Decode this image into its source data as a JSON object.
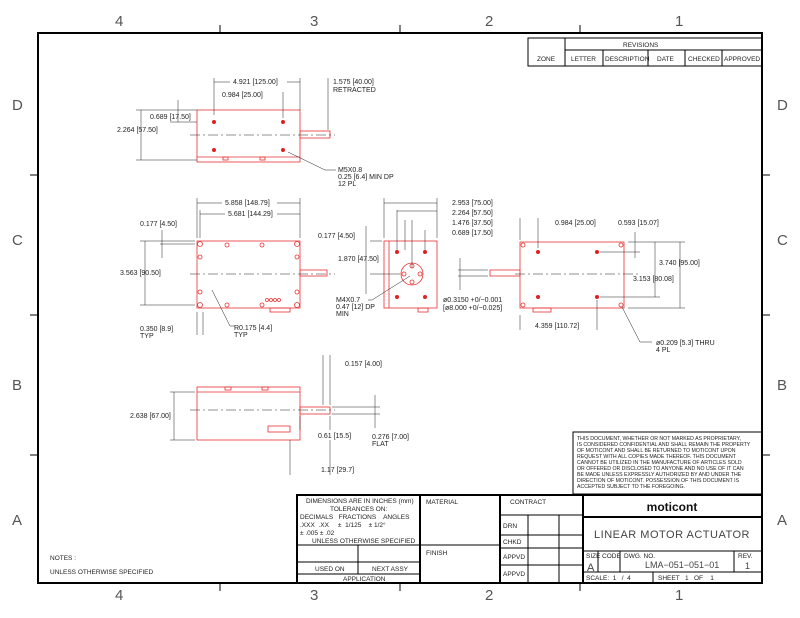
{
  "zones": {
    "columns": [
      "4",
      "3",
      "2",
      "1"
    ],
    "rows": [
      "D",
      "C",
      "B",
      "A"
    ]
  },
  "revisions": {
    "title": "REVISIONS",
    "headers": [
      "ZONE",
      "LETTER",
      "DESCRIPTION",
      "DATE",
      "CHECKED",
      "APPROVED"
    ]
  },
  "views": {
    "top": {
      "d1": "4.921 [125.00]",
      "d2": "0.984 [25.00]",
      "d3": "1.575 [40.00]",
      "d3b": "RETRACTED",
      "d4": "0.689 [17.50]",
      "d5": "2.264 [57.50]",
      "note1": "M5X0.8",
      "note2": "0.25 [6.4] MIN DP",
      "note3": "12 PL"
    },
    "front": {
      "d1": "5.858 [148.79]",
      "d2": "5.681 [144.29]",
      "d3": "0.177 [4.50]",
      "d4": "0.177 [4.50]",
      "d5": "3.563 [90.50]",
      "d6": "0.350 [8.9]",
      "d6b": "TYP",
      "d7": "R0.175 [4.4]",
      "d7b": "TYP"
    },
    "end": {
      "d1": "2.953 [75.00]",
      "d2": "2.264 [57.50]",
      "d3": "1.476 [37.50]",
      "d4": "0.689 [17.50]",
      "d5": "1.870 [47.50]",
      "n1": "M4X0.7",
      "n2": "0.47 [12] DP",
      "n3": "MIN",
      "rod1": "ø0.3150 +0/−0.001",
      "rod2": "[ø8.000 +0/−0.025]"
    },
    "side": {
      "d1": "0.984 [25.00]",
      "d2": "0.593 [15.07]",
      "d3": "3.740 [95.00]",
      "d4": "3.153 [80.08]",
      "d5": "4.359 [110.72]",
      "n1": "ø0.209 [5.3] THRU",
      "n2": "4 PL"
    },
    "bottom": {
      "d1": "0.157 [4.00]",
      "d2": "2.638 [67.00]",
      "d3": "0.61 [15.5]",
      "d4": "0.276 [7.00]",
      "d4b": "FLAT",
      "d5": "1.17 [29.7]"
    }
  },
  "proprietary_note": [
    "THIS DOCUMENT, WHETHER OR NOT MARKED AS PROPRIETARY,",
    "IS CONSIDERED CONFIDENTIAL AND SHALL REMAIN THE PROPERTY",
    "OF MOTICONT AND SHALL BE RETURNED TO MOTICONT UPON",
    "REQUEST WITH ALL COPIES MADE THEREOF. THIS DOCUMENT",
    "CANNOT BE UTILIZED IN THE MANUFACTURE OF ARTICLES SOLD",
    "OR OFFERED OR DISCLOSED TO ANYONE AND NO USE OF IT CAN",
    "BE MADE UNLESS EXPRESSLY AUTHORIZED BY AND UNDER THE",
    "DIRECTION OF MOTICONT. POSSESSION OF THIS DOCUMENT IS",
    "ACCEPTED SUBJECT TO THE FOREGOING."
  ],
  "notes": {
    "title": "NOTES :",
    "line1": "UNLESS OTHERWISE SPECIFIED"
  },
  "title_block": {
    "tol1": "DIMENSIONS ARE IN INCHES (mm)",
    "tol2": "TOLERANCES ON:",
    "tol3": "DECIMALS   FRACTIONS    ANGLES",
    "tol4": ".XXX  .XX     ±  1/125    ± 1/2°",
    "tol5": "± .005 ± .02",
    "tol6": "UNLESS OTHERWISE SPECIFIED",
    "used_on": "USED ON",
    "next_assy": "NEXT ASSY",
    "application": "APPLICATION",
    "material": "MATERIAL",
    "finish": "FINISH",
    "contract": "CONTRACT",
    "drn": "DRN",
    "chkd": "CHKD",
    "appvd1": "APPVD",
    "appvd2": "APPVD",
    "company": "moticont",
    "title": "LINEAR MOTOR ACTUATOR",
    "size_label": "SIZE",
    "size": "A",
    "code_label": "CODE",
    "dwg_label": "DWG. NO.",
    "dwg_no": "LMA−051−051−01",
    "rev_label": "REV.",
    "rev": "1",
    "scale": "SCALE:  1   /  4",
    "sheet": "SHEET   1   OF    1"
  }
}
